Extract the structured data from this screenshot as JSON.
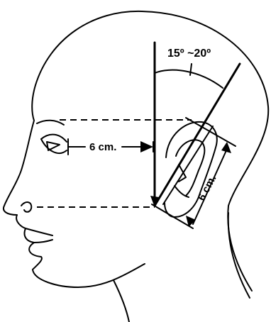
{
  "labels": {
    "angle": "15º ~20º",
    "eye_to_ear": "6 cm.",
    "ear_height": "6 cm."
  },
  "colors": {
    "stroke": "#000000",
    "background": "#ffffff"
  }
}
